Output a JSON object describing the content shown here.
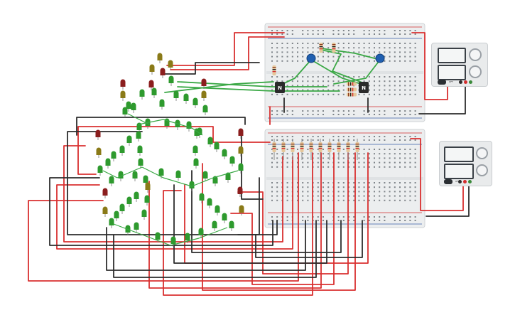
{
  "scene": {
    "colors": {
      "background": "#ffffff",
      "breadboard": "#eceeef",
      "breadboard_border": "#cfd3d6",
      "rail_red": "#d32f2f",
      "rail_blue": "#3a5fa8",
      "wire_red": "#d93030",
      "wire_black": "#2d2d2d",
      "wire_green": "#3aa845",
      "led_red": "#8b1e1e",
      "led_yellow": "#8a7a18",
      "led_green": "#2e9a2e",
      "transistor": "#2a2a2a",
      "capacitor": "#1f5fb0",
      "resistor_body": "#e6c79a"
    },
    "breadboards": [
      {
        "name": "breadboard-top"
      },
      {
        "name": "breadboard-bottom"
      }
    ],
    "power_supplies": [
      {
        "name": "power-supply-top",
        "switch_label": "OFF"
      },
      {
        "name": "power-supply-bottom",
        "switch_label": "OFF"
      }
    ],
    "transistors": [
      {
        "label": "N"
      },
      {
        "label": "N"
      }
    ],
    "led_tree": {
      "colors_by_branch": [
        "red",
        "yellow",
        "green"
      ]
    }
  }
}
